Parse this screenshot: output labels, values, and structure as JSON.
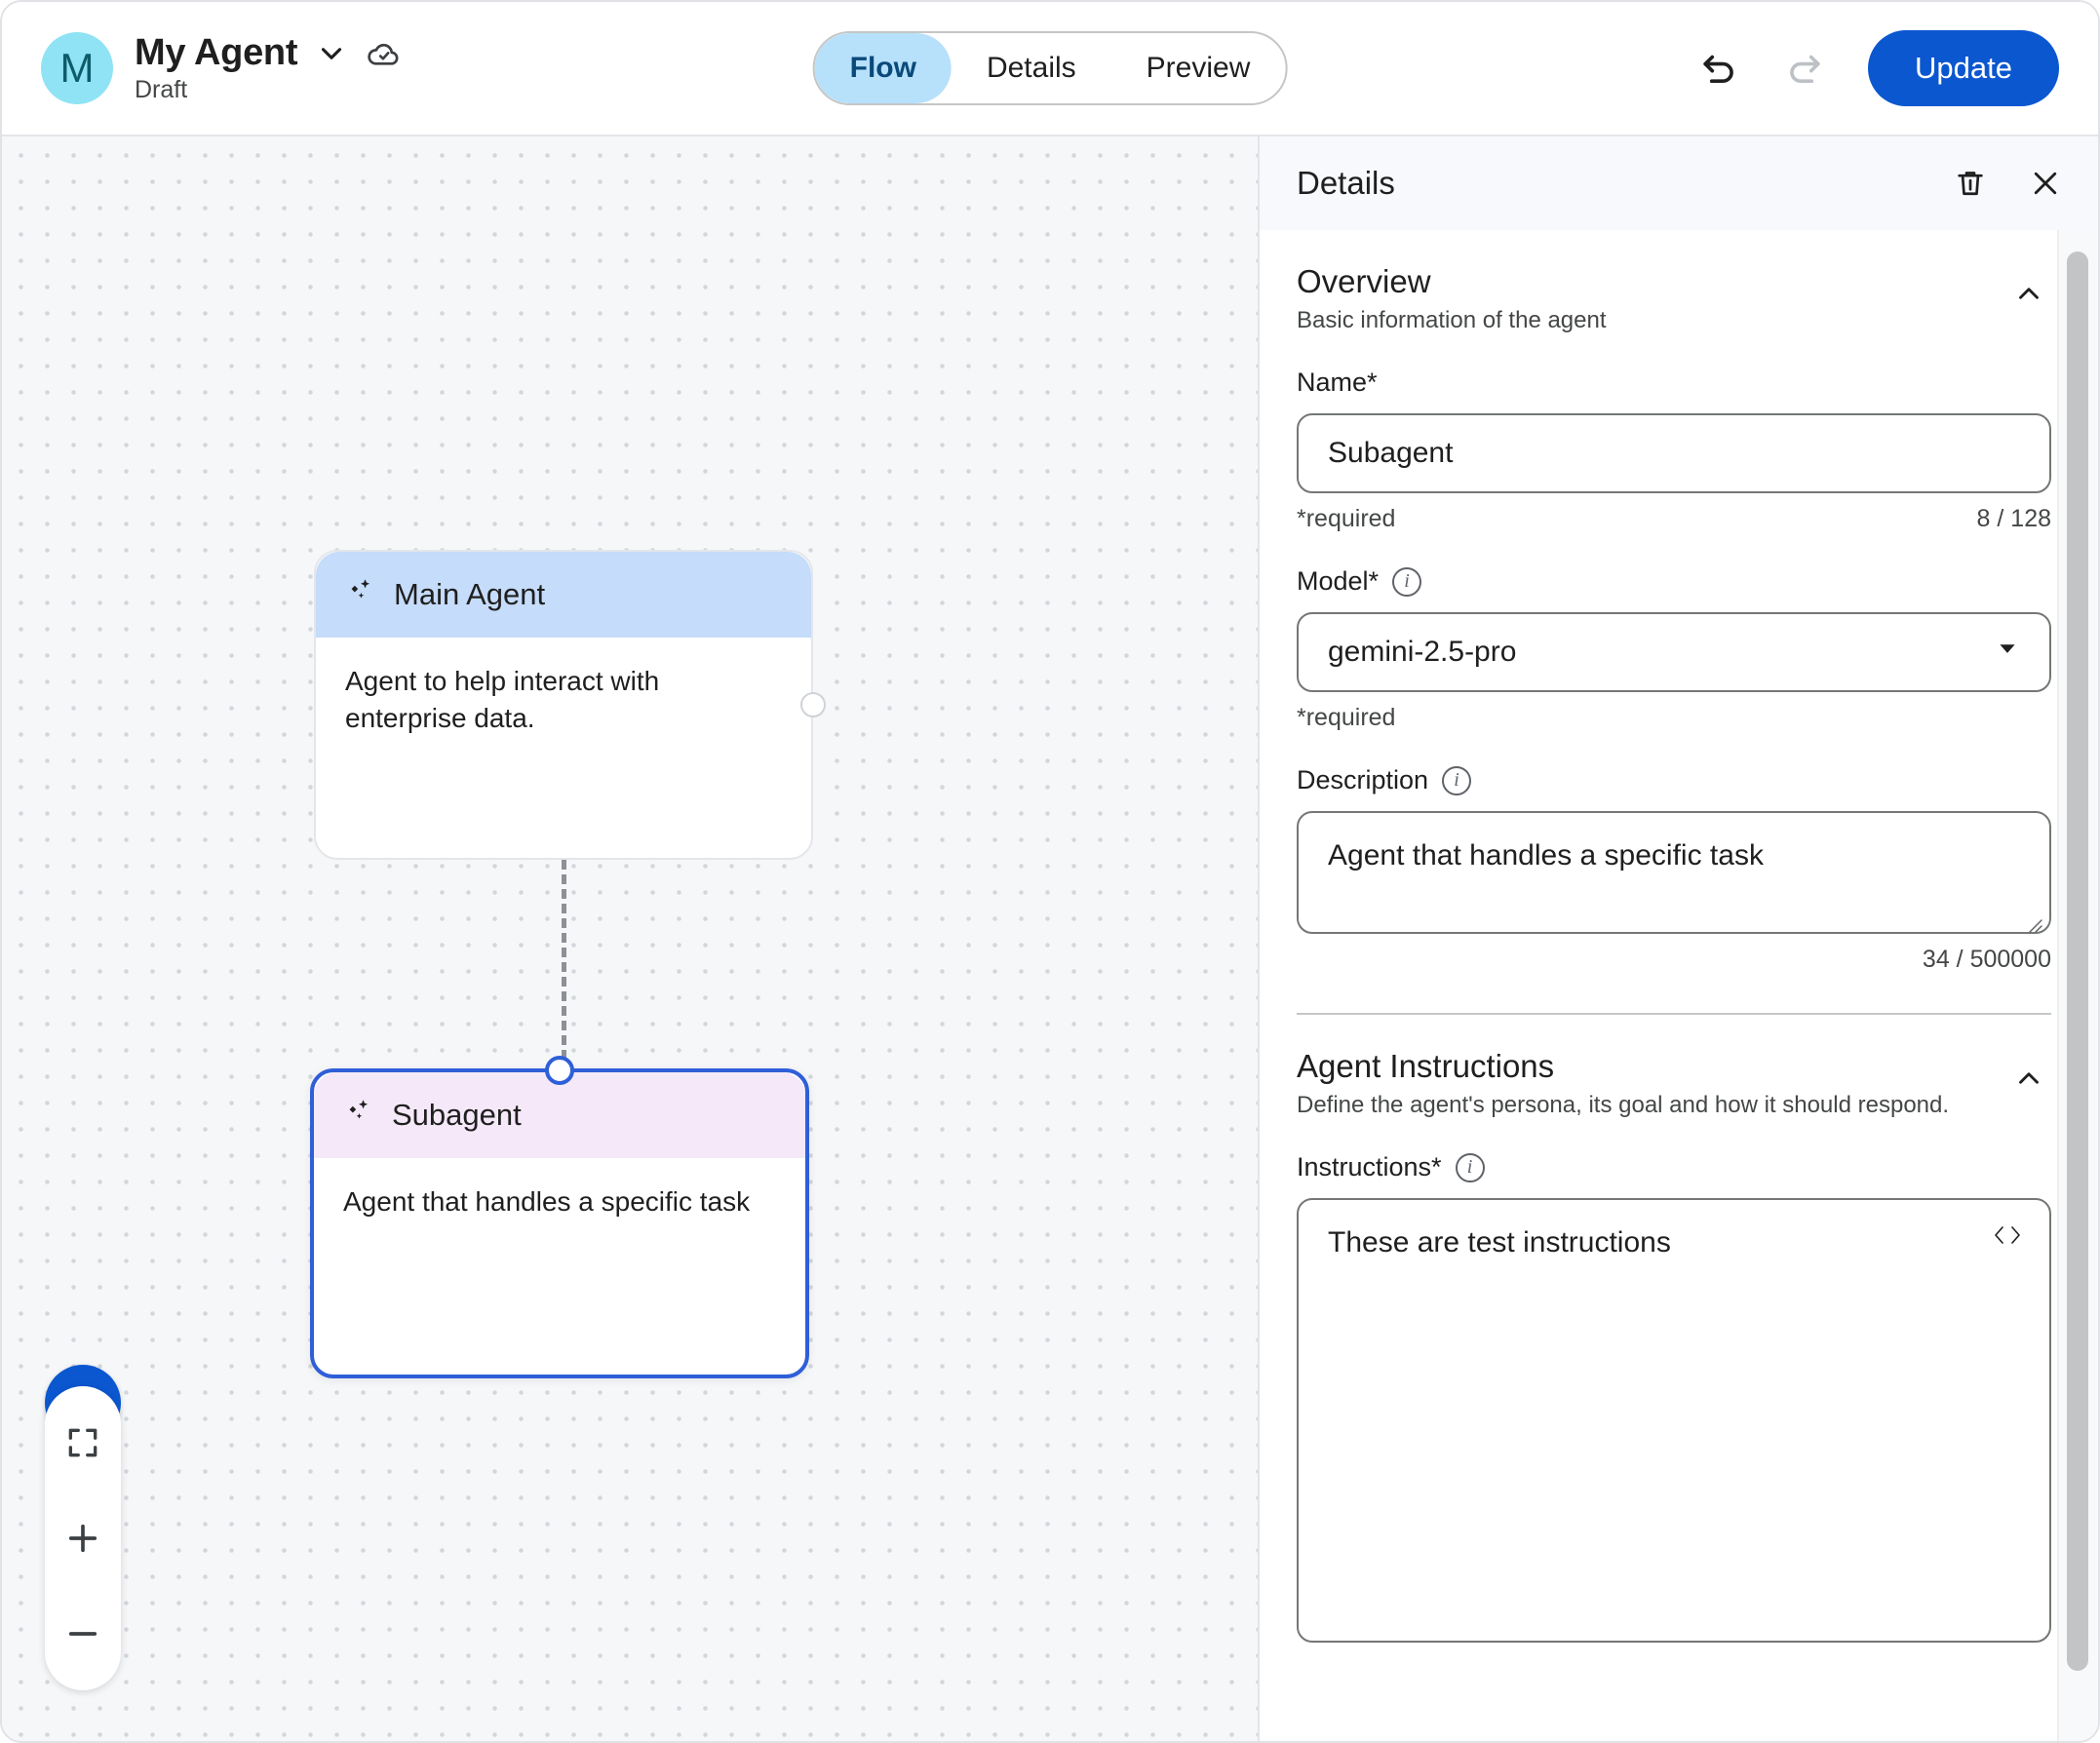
{
  "topbar": {
    "avatar_letter": "M",
    "agent_title": "My Agent",
    "agent_status": "Draft",
    "title_dropdown_icon": "chevron-down-icon",
    "saved_icon": "cloud-check-icon",
    "tabs": [
      {
        "label": "Flow",
        "active": true
      },
      {
        "label": "Details",
        "active": false
      },
      {
        "label": "Preview",
        "active": false
      }
    ],
    "undo_icon": "undo-icon",
    "redo_icon": "redo-icon",
    "update_label": "Update",
    "accent_color": "#0b57d0",
    "active_tab_bg": "#b7e0fb",
    "avatar_bg": "#8fe3f5"
  },
  "canvas": {
    "nodes": [
      {
        "id": "main-agent",
        "title": "Main Agent",
        "description": "Agent to help interact with enterprise data.",
        "header_color": "#c5dcfa",
        "selected": false,
        "icon": "sparkle-icon"
      },
      {
        "id": "subagent",
        "title": "Subagent",
        "description": "Agent that handles a specific task",
        "header_color": "#f5e9f9",
        "selected": true,
        "icon": "sparkle-icon"
      }
    ],
    "edge_style": "dashed",
    "controls": {
      "chat_fab_icon": "chat-sparkle-icon",
      "fit_icon": "fit-screen-icon",
      "zoom_in_icon": "plus-icon",
      "zoom_out_icon": "minus-icon"
    }
  },
  "panel": {
    "title": "Details",
    "delete_icon": "trash-icon",
    "close_icon": "close-icon",
    "sections": [
      {
        "title": "Overview",
        "description": "Basic information of the agent",
        "collapse_icon": "chevron-up-icon"
      },
      {
        "title": "Agent Instructions",
        "description": "Define the agent's persona, its goal and how it should respond.",
        "collapse_icon": "chevron-up-icon"
      }
    ],
    "name_field": {
      "label": "Name*",
      "value": "Subagent",
      "placeholder": "Name",
      "required_note": "*required",
      "counter": "8 / 128"
    },
    "model_field": {
      "label": "Model*",
      "info_icon": "info-icon",
      "value": "gemini-2.5-pro",
      "caret_icon": "caret-down-icon",
      "required_note": "*required"
    },
    "description_field": {
      "label": "Description",
      "info_icon": "info-icon",
      "value": "Agent that handles a specific task",
      "placeholder": "Description",
      "counter": "34 / 500000"
    },
    "instructions_field": {
      "label": "Instructions*",
      "info_icon": "info-icon",
      "value": "These are test instructions",
      "placeholder": "Instructions",
      "code_toggle_icon": "code-brackets-icon"
    }
  }
}
